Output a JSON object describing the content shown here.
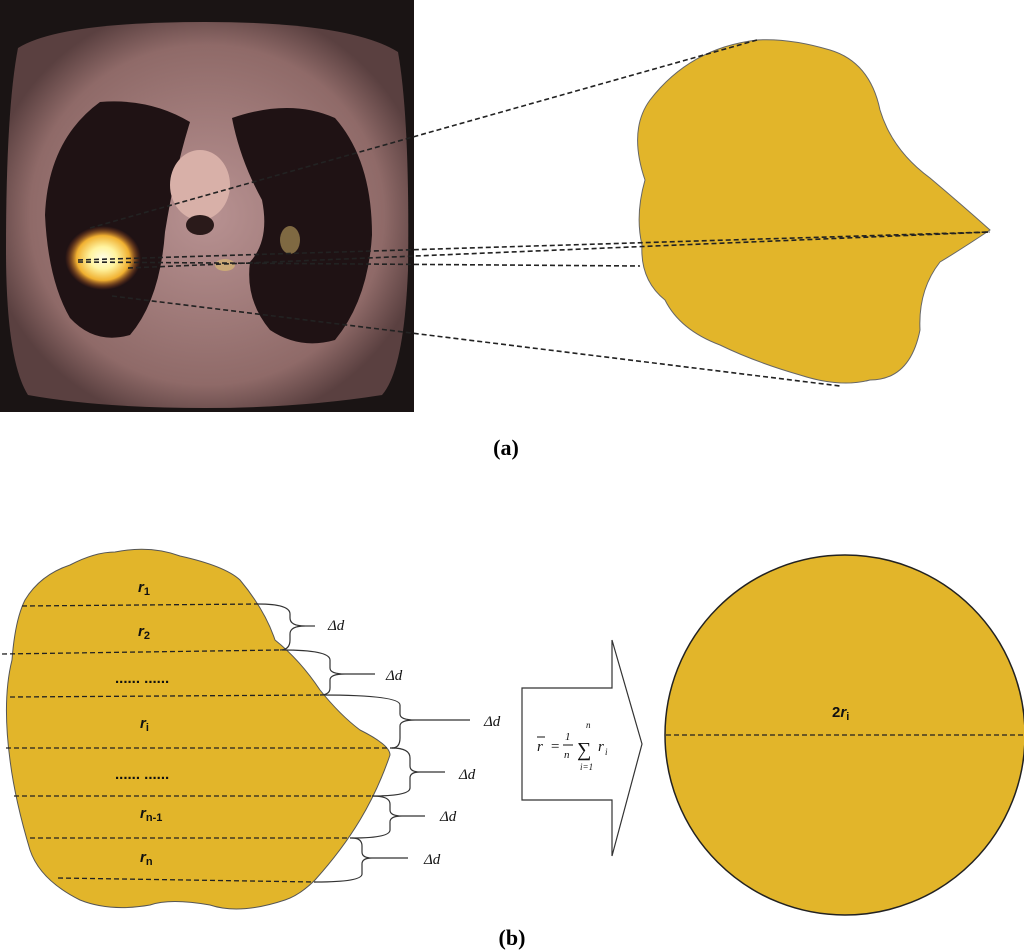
{
  "panel_a": {
    "caption": "(a)",
    "image": "ct-scan-axial-chest-image"
  },
  "panel_b": {
    "caption": "(b)",
    "slice_labels": [
      {
        "base": "r",
        "sub": "1"
      },
      {
        "base": "r",
        "sub": "2"
      },
      {
        "base": "",
        "sub": "",
        "text": "...... ......"
      },
      {
        "base": "r",
        "sub": "i"
      },
      {
        "base": "",
        "sub": "",
        "text": "...... ......"
      },
      {
        "base": "r",
        "sub": "n-1"
      },
      {
        "base": "r",
        "sub": "n"
      }
    ],
    "delta_d": [
      "Δd",
      "Δd",
      "Δd",
      "Δd",
      "Δd",
      "Δd"
    ],
    "formula": {
      "lhs": "r",
      "equals": "=",
      "frac_num": "1",
      "frac_den": "n",
      "sum_top": "n",
      "sum_bottom": "i=1",
      "sum_symbol": "∑",
      "term": "r",
      "term_sub": "i"
    },
    "circle_label": {
      "prefix": "2",
      "base": "r",
      "sub": "i"
    }
  },
  "colors": {
    "tumor": "#E2B52A",
    "outline": "#555555"
  }
}
